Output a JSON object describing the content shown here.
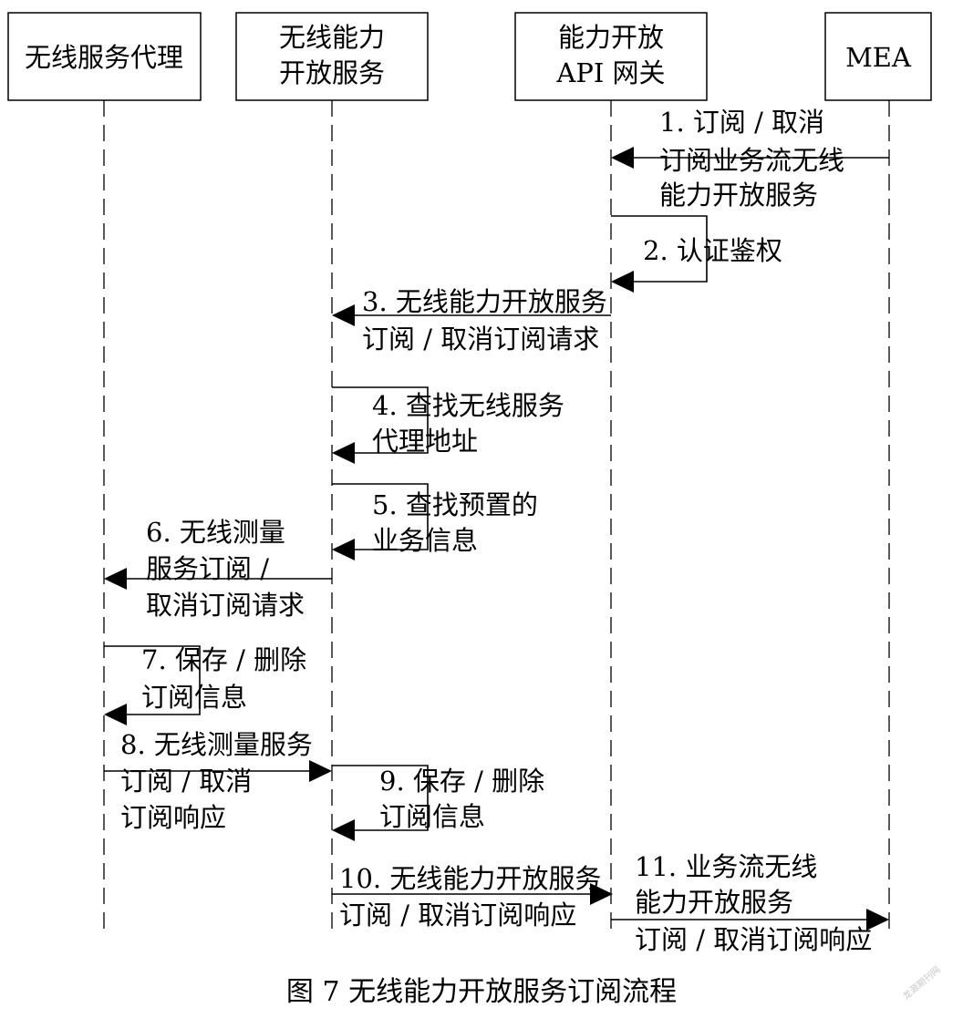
{
  "participants": [
    {
      "id": "agent",
      "lines": [
        "无线服务代理"
      ]
    },
    {
      "id": "service",
      "lines": [
        "无线能力",
        "开放服务"
      ]
    },
    {
      "id": "gateway",
      "lines": [
        "能力开放",
        "API 网关"
      ]
    },
    {
      "id": "mea",
      "lines": [
        "MEA"
      ]
    }
  ],
  "messages": [
    {
      "id": "m1",
      "from": "mea",
      "to": "gateway",
      "lines": [
        "1. 订阅 /   取消",
        "订阅业务流无线",
        "能力开放服务"
      ]
    },
    {
      "id": "m2",
      "from": "gateway",
      "to": "gateway",
      "lines": [
        "2. 认证鉴权"
      ]
    },
    {
      "id": "m3",
      "from": "gateway",
      "to": "service",
      "lines": [
        "3. 无线能力开放服务",
        "订阅 / 取消订阅请求"
      ]
    },
    {
      "id": "m4",
      "from": "service",
      "to": "service",
      "lines": [
        "4. 查找无线服务",
        "代理地址"
      ]
    },
    {
      "id": "m5",
      "from": "service",
      "to": "service",
      "lines": [
        "5. 查找预置的",
        "业务信息"
      ]
    },
    {
      "id": "m6",
      "from": "service",
      "to": "agent",
      "lines": [
        "6. 无线测量",
        "服务订阅 /",
        "取消订阅请求"
      ]
    },
    {
      "id": "m7",
      "from": "agent",
      "to": "agent",
      "lines": [
        "7. 保存 / 删除",
        "订阅信息"
      ]
    },
    {
      "id": "m8",
      "from": "agent",
      "to": "service",
      "lines": [
        "8. 无线测量服务",
        "订阅 / 取消",
        "订阅响应"
      ]
    },
    {
      "id": "m9",
      "from": "service",
      "to": "service",
      "lines": [
        "9. 保存 / 删除",
        "订阅信息"
      ]
    },
    {
      "id": "m10",
      "from": "service",
      "to": "gateway",
      "lines": [
        "10. 无线能力开放服务",
        "订阅 / 取消订阅响应"
      ]
    },
    {
      "id": "m11",
      "from": "gateway",
      "to": "mea",
      "lines": [
        "11. 业务流无线",
        "能力开放服务",
        "订阅 / 取消订阅响应"
      ]
    }
  ],
  "caption": "图 7    无线能力开放服务订阅流程",
  "watermark": "龙源期刊网"
}
